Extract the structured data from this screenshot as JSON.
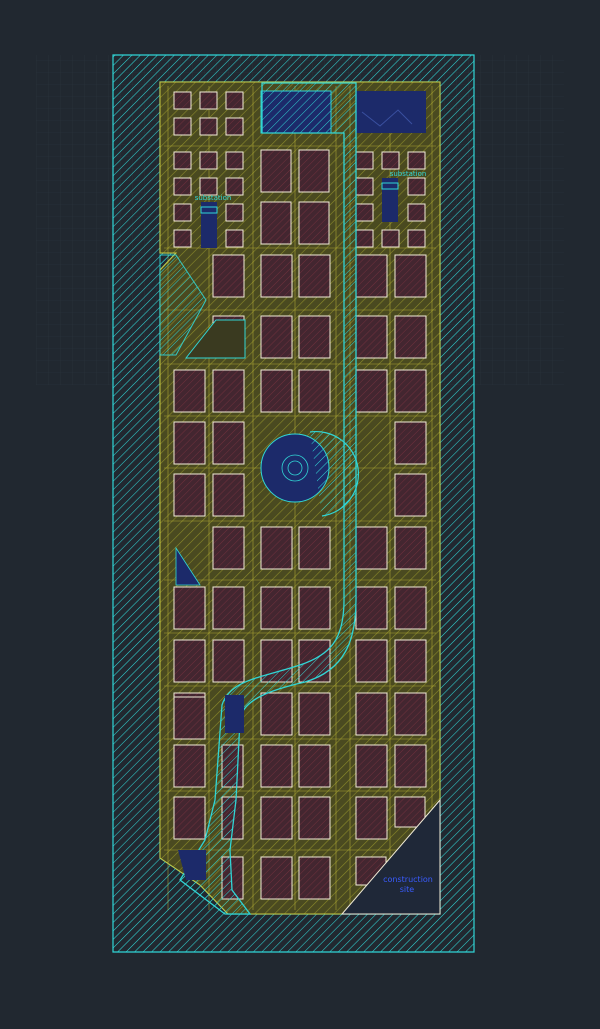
{
  "app": {
    "title": "CAD Drawing Viewport"
  },
  "drawing": {
    "labels": {
      "substation_left": "substation",
      "substation_right": "substation",
      "construction_line1": "construction",
      "construction_line2": "site"
    }
  },
  "colors": {
    "background": "#212830",
    "grid": "#2b3540",
    "border_hatch": "#31d5d5",
    "ground_fill": "#4a4a20",
    "ground_line": "#a8a830",
    "plot_fill": "#4a2630",
    "plot_stroke": "#f2ecd8",
    "plot_hatch": "#8c3c44",
    "navy": "#1c2a6a",
    "label_cyan": "#31d5d5",
    "label_blue": "#3a5cff"
  }
}
